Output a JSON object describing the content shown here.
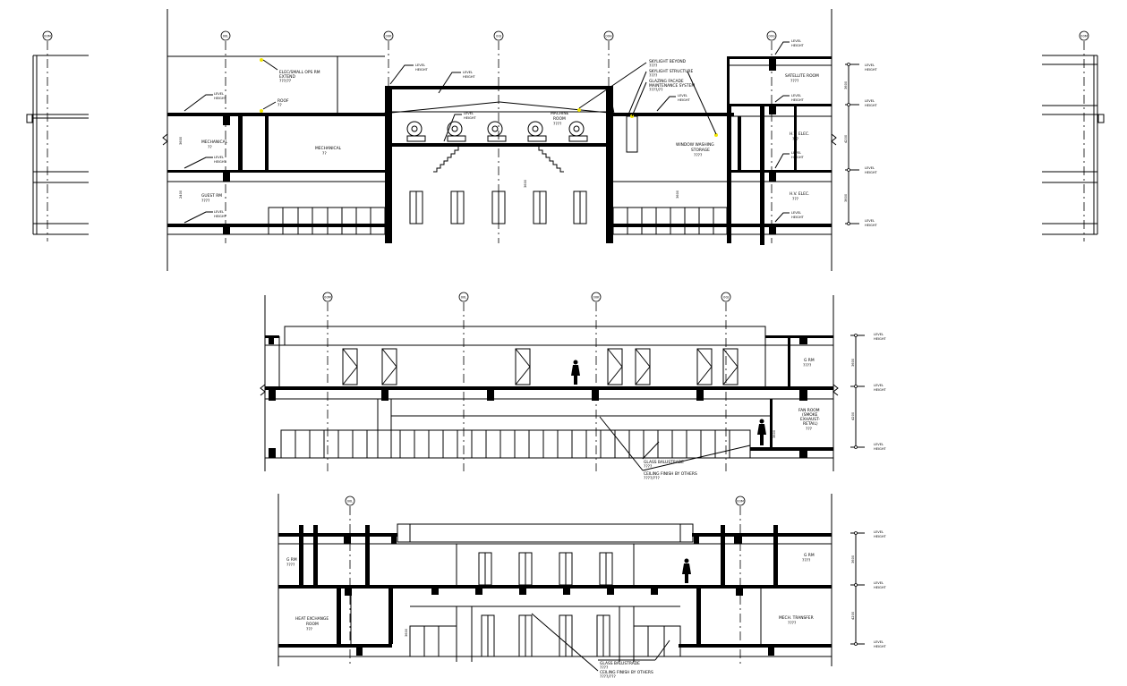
{
  "grid_bubbles": {
    "s1": [
      "00M",
      "00L",
      "00K",
      "00J",
      "00H",
      "00G",
      "00M"
    ],
    "s2": [
      "00M",
      "00L",
      "00K",
      "00J"
    ],
    "s3": [
      "00L",
      "00M"
    ]
  },
  "section1": {
    "labels": {
      "elec_riser": [
        "ELEC/SMALL OPS RM",
        "EXTEND",
        "???/??"
      ],
      "roof_note": [
        "ROOF",
        "??"
      ],
      "mech_left": [
        "MECHANICAL",
        "??"
      ],
      "mech_center": [
        "MECHANICAL",
        "??"
      ],
      "guest_rm": [
        "GUEST RM",
        "????"
      ],
      "machine_room": [
        "MACHINE",
        "ROOM",
        "????"
      ],
      "skylight_beyond": [
        "SKYLIGHT BEYOND",
        "????"
      ],
      "skylight_structure": [
        "SKYLIGHT STRUCTURE",
        "????"
      ],
      "glazing_maint": [
        "GLAZING FACADE",
        "MAINTENANCE SYSTEM",
        "????/??"
      ],
      "window_storage": [
        "WINDOW WASHING",
        "STORAGE",
        "????"
      ],
      "satellite_room": [
        "SATELLITE ROOM",
        "????"
      ],
      "hv_elec_1": [
        "H.V. ELEC.",
        "???"
      ],
      "hv_elec_2": [
        "H.V. ELEC.",
        "???"
      ]
    },
    "level_tag": [
      "LEVEL",
      "HEIGHT"
    ],
    "dims": [
      "3600",
      "4200",
      "3600",
      "3600",
      "2400",
      "3600",
      "3600"
    ]
  },
  "section2": {
    "labels": {
      "gr": [
        "G RM",
        "????"
      ],
      "fan_room": [
        "FAN ROOM",
        "(SMOKE",
        "EXHAUST-",
        "RETAIL)",
        "???"
      ],
      "glass_balustrade": [
        "GLASS BALUSTRADE",
        "????"
      ],
      "ceiling_finish": [
        "CEILING FINISH BY OTHERS",
        "????/???"
      ]
    },
    "level_tag": [
      "LEVEL",
      "HEIGHT"
    ],
    "dims": [
      "3600",
      "4200",
      "3600"
    ]
  },
  "section3": {
    "labels": {
      "gr_left": [
        "G RM",
        "????"
      ],
      "gr_right": [
        "G RM",
        "????"
      ],
      "heat_exchange": [
        "HEAT EXCHANGE",
        "ROOM",
        "???"
      ],
      "mech_transfer": [
        "MECH. TRANSFER",
        "????"
      ],
      "glass_balustrade": [
        "GLASS BALUSTRADE",
        "????"
      ],
      "ceiling_finish": [
        "CEILING FINISH BY OTHERS",
        "????/???"
      ]
    },
    "level_tag": [
      "LEVEL",
      "HEIGHT"
    ],
    "dims": [
      "3600",
      "4200",
      "3600"
    ]
  }
}
